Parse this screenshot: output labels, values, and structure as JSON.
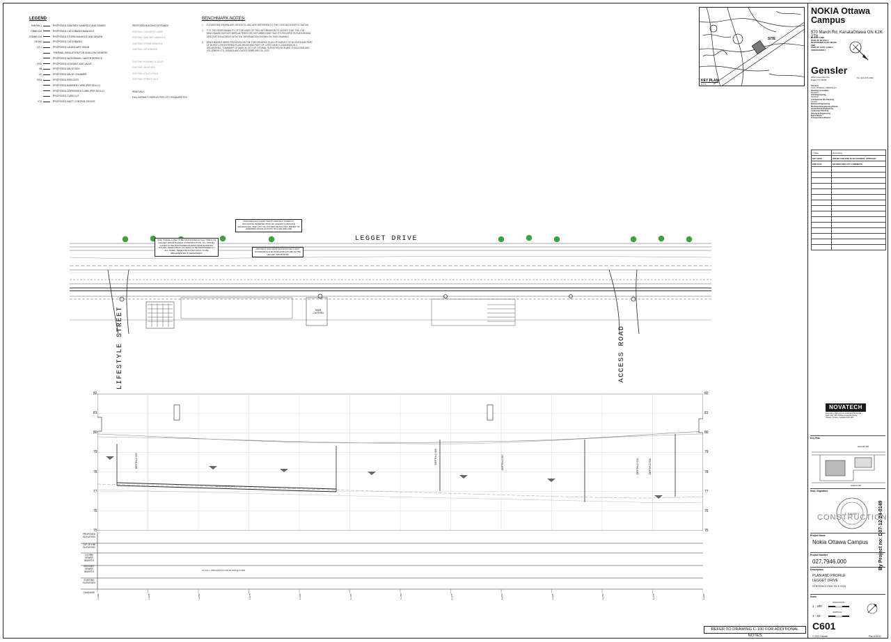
{
  "legend": {
    "title": "LEGEND",
    "items": [
      {
        "code": "SAN MH-1",
        "label": "PROPOSED SANITARY MANHOLE AND SEWER"
      },
      {
        "code": "CBMH 200",
        "label": "PROPOSED CATCHBASIN MANHOLE"
      },
      {
        "code": "STMMH 100",
        "label": "PROPOSED STORM MANHOLE AND SEWER"
      },
      {
        "code": "CB 300",
        "label": "PROPOSED CATCHBASIN"
      },
      {
        "code": "LD 1",
        "label": "PROPOSED LANDSCAPE DRAIN"
      },
      {
        "code": "",
        "label": "THERMAL INSULATION FOR SHALLOW SEWERS"
      },
      {
        "code": "",
        "label": "PROPOSED WATERMAIN / WATER SERVICE"
      },
      {
        "code": "HYD",
        "label": "PROPOSED HYDRANT AND VALVE"
      },
      {
        "code": "VB",
        "label": "PROPOSED VALVE BOX"
      },
      {
        "code": "VC",
        "label": "PROPOSED VALVE CHAMBER"
      },
      {
        "code": "RED",
        "label": "PROPOSED REDUCER"
      },
      {
        "code": "",
        "label": "PROPOSED BARRIER CURB (PER SD11.1)"
      },
      {
        "code": "",
        "label": "PROPOSED DEPRESSED CURB (PER SD11.1)"
      },
      {
        "code": "",
        "label": "PROPOSED CURB CUT"
      },
      {
        "code": "ICD",
        "label": "PROPOSED INLET CONTROL DEVICE"
      }
    ],
    "right_items": [
      "PROPOSED BUILDING ENTRANCE",
      "EXISTING CONCRETE CURB",
      "EXISTING SANITARY MANHOLE",
      "EXISTING STORM MANHOLE",
      "EXISTING CATCHBASIN",
      "",
      "EXISTING HYDRANT & VALVE",
      "EXISTING VALVE BOX",
      "EXISTING UTILITY POLE",
      "EXISTING STREETLIGHT",
      "",
      "REMOVALS",
      "FULL ASPHALT OVERLAY PER CITY STANDARD R10"
    ]
  },
  "notes": {
    "title": "BENCHMARK NOTES:",
    "items": [
      {
        "num": "1.",
        "text": "ELEVATIONS SHOWN ARE GEODETIC AND ARE REFERRED TO THE CGVD28 GEODETIC DATUM."
      },
      {
        "num": "2.",
        "text": "IT IS THE RESPONSIBILITY OF THE USER OF THIS INFORMATION TO VERIFY THAT THE JOB BENCHMARK HAS NOT BEEN ALTERED OR DISTURBED AND THAT IT'S RELATIVE ELEVATION AND DESCRIPTION AGREES WITH THE INFORMATION SHOWN ON THIS DRAWING."
      },
      {
        "num": "3.",
        "text": "BENCHMARKS WERE PROVIDED ON THE TOPOGRAPHIC PLAN OF SURVEY OF BLOCK 6 AND PART OF BLOCK 1 REGISTERED PLAN 4M-942 AND PART OF LOTS 4 AND 5 CONCESSION 4, GEOGRAPHIC TOWNSHIP OF MARCH, CITY OF OTTAWA, SURVEYED BY ANNIS, O'SULLIVAN AND VOLLEBEKK LTD, SIGNED AND DATED FEBRUARY 28, 2022."
      }
    ]
  },
  "keyplan": {
    "label": "KEY PLAN",
    "scale": "N.T.S.",
    "site": "SITE"
  },
  "titleblock": {
    "project": "NOKIA Ottawa Campus",
    "address": "570 March Rd, KanataOttawa ON K2K 2T6",
    "legal": [
      "BLOCK 6 AND",
      "PART OF BLOCK 1",
      "REGISTERED PLAN 4M-942",
      "AND",
      "PART OF LOTS 4 AND 5",
      "CONCESSION 4"
    ],
    "firm": "Gensler",
    "firm_address": [
      "2020 Greenville Ave",
      "Dallas TX 75206"
    ],
    "firm_tel": "Tel. 214.273.1500",
    "consultants": [
      {
        "role": "Surveyor",
        "name": "Annis, O'Sullivan, Vollebekk Ltd."
      },
      {
        "role": "Planning Consultant",
        "name": "Novatech"
      },
      {
        "role": "Civil Engineering",
        "name": "Novatech"
      },
      {
        "role": "Architectural Site Planning",
        "name": "Gensler"
      },
      {
        "role": "Electrical Engineering",
        "name": ""
      },
      {
        "role": "Mechanical Engineering Plumb.",
        "name": ""
      },
      {
        "role": "Geotechnical Engineering",
        "name": ""
      },
      {
        "role": "Landscape Planning",
        "name": ""
      },
      {
        "role": "Structural Engineering",
        "name": ""
      },
      {
        "role": "Noise Report",
        "name": ""
      },
      {
        "role": "Transportation Planner",
        "name": ""
      }
    ],
    "rev_header": {
      "date": "Date",
      "desc": "Description"
    },
    "revisions": [
      {
        "date": "NOV 18/24",
        "desc": "ISSUED FOR SITE PLAN CONTROL APPROVAL"
      },
      {
        "date": "FEB 07/25",
        "desc": "REVISED PER CITY COMMENTS"
      }
    ],
    "consultant_logo": "NOVATECH",
    "consultant_sub": [
      "Engineers, Planners & Landscape Architects",
      "Suite 200, 240 Michael Cowpland Drive",
      "Ottawa, Ontario, Canada K2M 1P6"
    ],
    "key_plan_label": "Key Plan",
    "key_plan_street": "LEGGET DR.",
    "key_plan_street2": "MARCH RD.",
    "seal_label": "Seal / Signature",
    "seal_text": "CONSTRUCTION",
    "project_name_label": "Project Name",
    "project_name": "Nokia Ottawa Campus",
    "project_number_label": "Project Number",
    "project_number": "027.7946.000",
    "description_label": "Description",
    "description": [
      "PLAN AND PROFILE",
      "LEGGET DRIVE"
    ],
    "station": "STATION 1+000 TO 1+316",
    "scale_label": "Scale",
    "scale_h_label": "HORIZONTAL",
    "scale_h": "1 : 400",
    "scale_v_label": "VERTICAL",
    "scale_v": "1 : 40",
    "sheet": "C601",
    "copyright": "© 2021 Gensler",
    "plan_no": "Plan #15012",
    "vertical_project_no": "By Project no: D07-12-24-0149"
  },
  "plan": {
    "road": "LEGGET DRIVE",
    "street_left": "LIFESTYLE STREET",
    "street_right": "ACCESS ROAD",
    "callout_1": "PROVIDE FULL ROAD WIDTH ASPHALT OVERLAY, INCLUDING INTERSECTION OF LEGGET & PRIVATE ENTRANCES, PER CITY OF OTTAWA DETAIL R10. REFER TO AMENDED ROAD ACTIVITY BY-LAW 2003-498",
    "callout_2": "ONE TRAVEL LANE TO BE MAINTAINED AT ALL TIMES ON LEGGET DRIVE DURING CONSTRUCTION. ALL TRAVEL LANES TO BE MAINTAINED DURING NON-WORKING HOURS. PEDESTRIAN ACCESS TO BE MAINTAINED AT ALL TIMES. PEDESTRIAN DETOURS TO BE IMPLEMENTED IF NECESSARY.",
    "callout_3": "PROTECT AND MAINTAIN EXISTING LIGHT STANDARDS AND INFRASTRUCTURE IN THE LEGGET DRIVE ROW",
    "cistern": "SWM CISTERN"
  },
  "profile": {
    "elevations": [
      "82",
      "81",
      "80",
      "79",
      "78",
      "77",
      "76",
      "75"
    ],
    "depth_labels": [
      "DEPTH=2.440",
      "DEPTH=2.428",
      "DEPTH=2.507",
      "DEPTH=2.418",
      "DEPTH=2.538"
    ],
    "pipe_label": "NEW 250mmØ SAN",
    "row_labels": [
      "PROPOSED ELEVATION",
      "TOP OF HMI ELEVATION",
      "STORM SEWER INVERTS",
      "SANITARY SEWER INVERTS",
      "EXISTING ELEVATION",
      "CHAINAGE"
    ],
    "chainages": [
      "1+000",
      "1+025",
      "1+050",
      "1+075",
      "1+100",
      "1+125",
      "1+150",
      "1+175",
      "1+200",
      "1+225",
      "1+250",
      "1+275",
      "1+300"
    ],
    "san_note": "11.0.0m - 250mmØ PVC DR 35 SAN @ 0.30%"
  },
  "ref_note": "REFER TO DRAWING C-100 FOR ADDITIONAL NOTES",
  "colors": {
    "tree": "#3ea23e",
    "line": "#222222",
    "grey": "#9a9a9a"
  }
}
